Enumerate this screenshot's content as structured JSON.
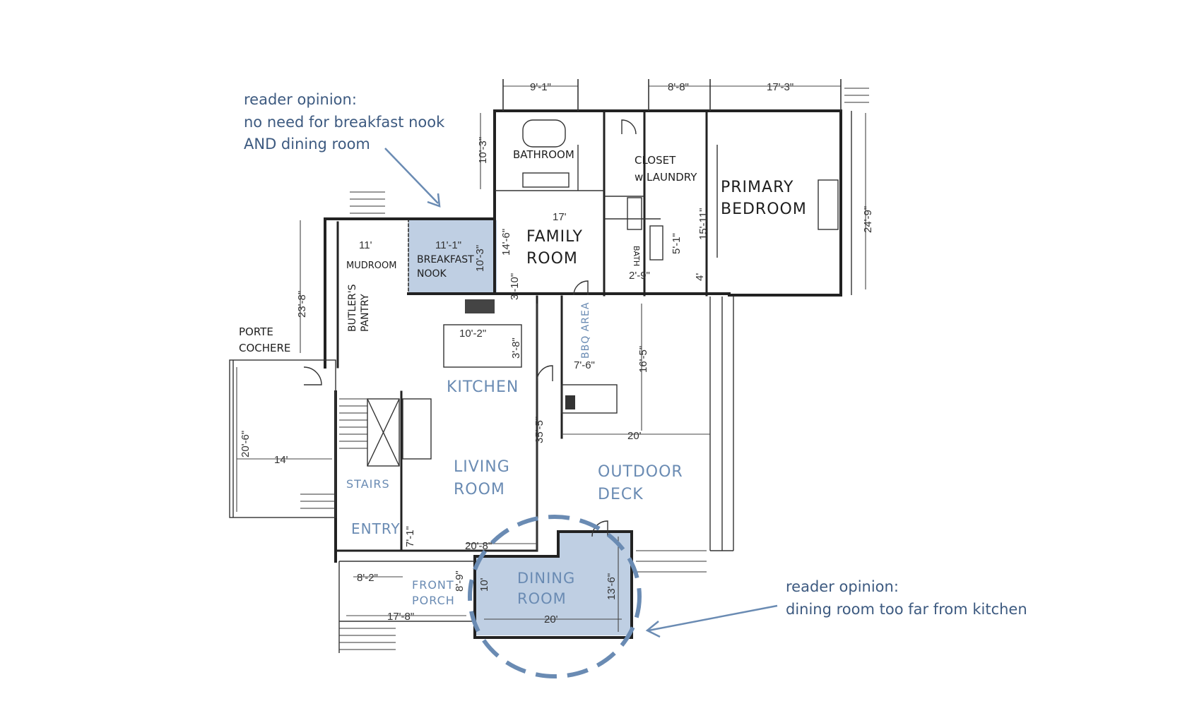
{
  "annotations": {
    "top_note": [
      "reader opinion:",
      "no need for breakfast nook",
      "AND dining room"
    ],
    "bottom_note": [
      "reader opinion:",
      "dining room too far from kitchen"
    ]
  },
  "rooms": {
    "bathroom": "BATHROOM",
    "closet": [
      "CLOSET",
      "w LAUNDRY"
    ],
    "primary_bedroom": [
      "PRIMARY",
      "BEDROOM"
    ],
    "family_room": [
      "FAMILY",
      "ROOM"
    ],
    "mudroom": "MUDROOM",
    "breakfast_nook": [
      "BREAKFAST",
      "NOOK"
    ],
    "butlers_pantry": [
      "BUTLER'S",
      "PANTRY"
    ],
    "porte_cochere": [
      "PORTE",
      "COCHERE"
    ],
    "kitchen": "KITCHEN",
    "bbq_area": "BBQ AREA",
    "living_room": [
      "LIVING",
      "ROOM"
    ],
    "outdoor_deck": [
      "OUTDOOR",
      "DECK"
    ],
    "stairs": "STAIRS",
    "entry": "ENTRY",
    "front_porch": [
      "FRONT",
      "PORCH"
    ],
    "dining_room": [
      "DINING",
      "ROOM"
    ],
    "bath": "BATH"
  },
  "dimensions": {
    "bath_width": "9'-1\"",
    "closet_width": "8'-8\"",
    "bedroom_width": "17'-3\"",
    "bath_depth": "10'-3\"",
    "family_width": "17'",
    "nook_width": "11'-1\"",
    "mud_width": "11'",
    "nook_depth": "10'-3\"",
    "family_depth": "14'-6\"",
    "closet_depth": "15'-11\"",
    "bath_small": "5'-1\"",
    "bath_small_w": "2'-9\"",
    "hall": "4'",
    "bedroom_depth": "24'-9\"",
    "pantry_depth": "23'-8\"",
    "island_w": "10'-2\"",
    "island_d": "3'-8\"",
    "gap": "3'-10\"",
    "bbq_w": "7'-6\"",
    "bbq_d": "16'-5\"",
    "kitchen_depth": "35'-5\"",
    "deck_w": "20'",
    "cochere_d": "20'-6\"",
    "cochere_w": "14'",
    "entry_d": "7'-1\"",
    "living_w": "20'-8\"",
    "porch_w1": "8'-2\"",
    "porch_d": "8'-9\"",
    "porch_w2": "17'-8\"",
    "dining_d": "10'",
    "dining_d2": "13'-6\"",
    "dining_w": "20'"
  },
  "colors": {
    "highlight_fill": "#bfcfe3",
    "accent_blue": "#6a8bb3",
    "note_text": "#3d5a80",
    "circle": "#6a8bb3"
  }
}
